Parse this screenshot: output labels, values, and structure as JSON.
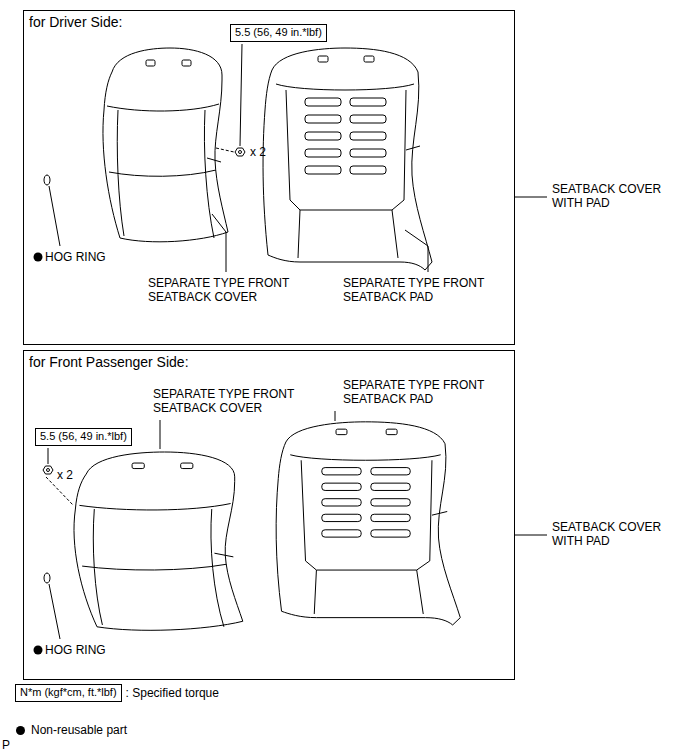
{
  "diagram": {
    "nodes": [
      {
        "text": [
          "for Driver Side:"
        ]
      },
      {
        "text": [
          "5.5 (56, 49 in.*lbf)"
        ],
        "in": 0
      },
      {
        "text": [
          "for Front Passenger Side:"
        ]
      },
      {
        "text": [
          "5.5 (56, 49 in.*lbf)"
        ],
        "in": 2
      },
      {
        "text": [
          "N*m (kgf*cm, ft.*lbf)"
        ]
      }
    ],
    "labels": [
      "x 2",
      "HOG RING",
      "SEPARATE TYPE FRONT SEATBACK COVER",
      "SEPARATE TYPE FRONT SEATBACK PAD",
      "SEATBACK COVER WITH PAD",
      "SEPARATE TYPE FRONT SEATBACK COVER",
      "SEPARATE TYPE FRONT SEATBACK PAD",
      "x 2",
      "HOG RING",
      "SEATBACK COVER WITH PAD",
      ": Specified torque",
      "P"
    ],
    "legend": [
      {
        "text": "Non-reusable part"
      }
    ]
  }
}
